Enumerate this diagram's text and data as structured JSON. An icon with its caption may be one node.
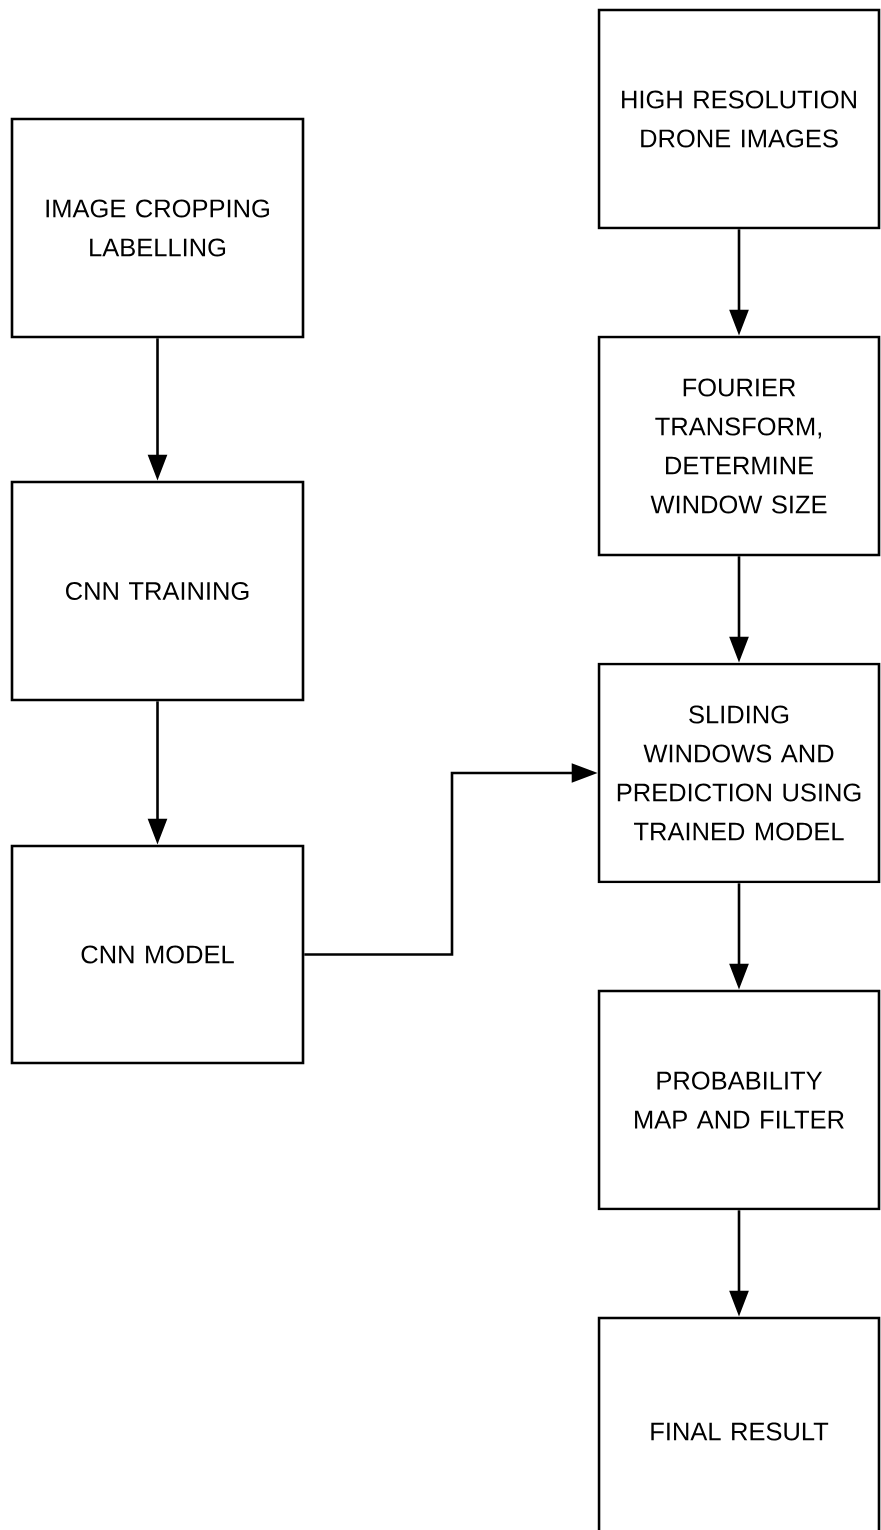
{
  "diagram": {
    "nodes": [
      {
        "text": [
          "IMAGE CROPPING LABELLING"
        ]
      },
      {
        "text": [
          "CNN TRAINING"
        ]
      },
      {
        "text": [
          "CNN MODEL"
        ]
      },
      {
        "text": [
          "HIGH RESOLUTION DRONE IMAGES"
        ]
      },
      {
        "text": [
          "FOURIER TRANSFORM, DETERMINE WINDOW SIZE"
        ]
      },
      {
        "text": [
          "SLIDING WINDOWS AND PREDICTION USING TRAINED MODEL"
        ]
      },
      {
        "text": [
          "PROBABILITY MAP AND FILTER"
        ]
      },
      {
        "text": [
          "FINAL RESULT"
        ]
      }
    ],
    "edges": [
      {
        "from": 0,
        "to": 1,
        "arrow": "to"
      },
      {
        "from": 1,
        "to": 2,
        "arrow": "to"
      },
      {
        "from": 3,
        "to": 4,
        "arrow": "to"
      },
      {
        "from": 4,
        "to": 5,
        "arrow": "to"
      },
      {
        "from": 5,
        "to": 6,
        "arrow": "to"
      },
      {
        "from": 6,
        "to": 7,
        "arrow": "to"
      },
      {
        "from": 2,
        "to": 5,
        "arrow": "to"
      }
    ]
  }
}
